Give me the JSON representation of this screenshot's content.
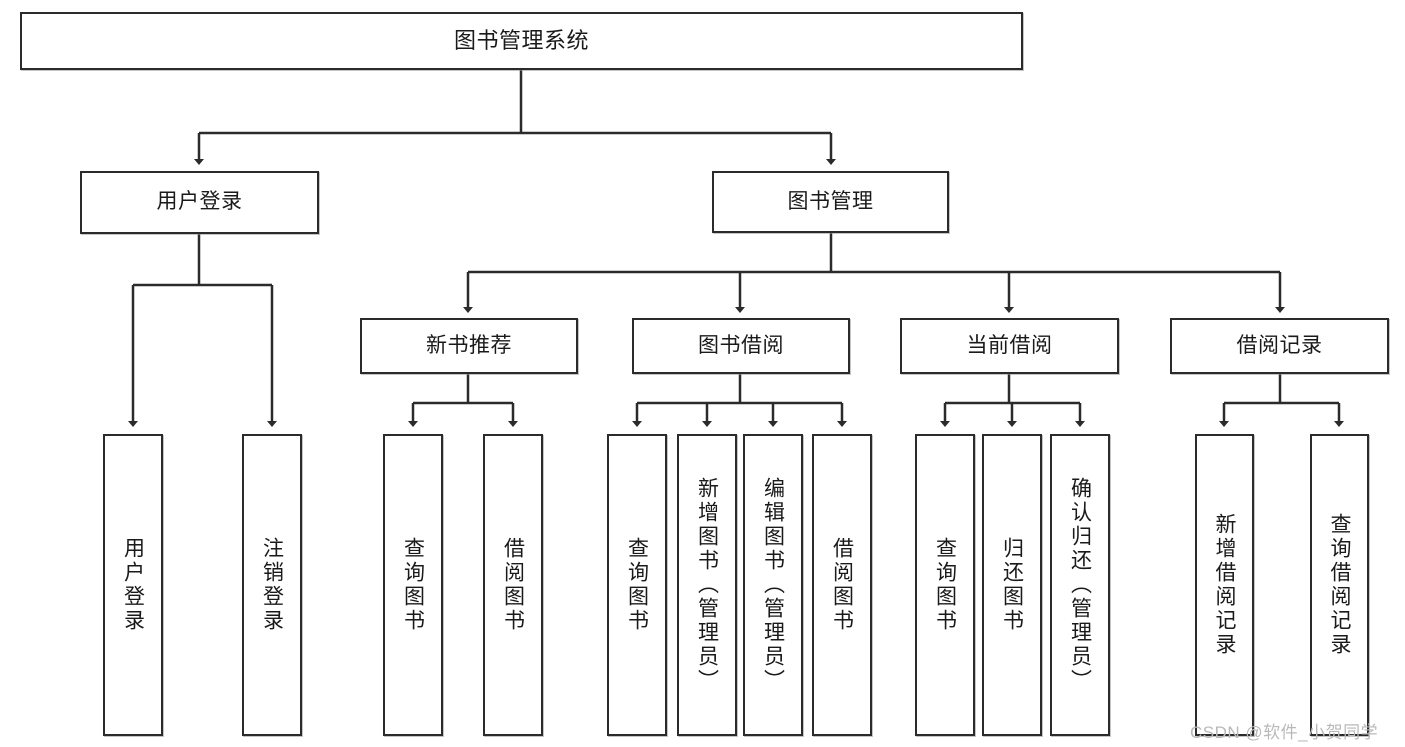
{
  "diagram": {
    "title_node": {
      "label": "图书管理系统"
    },
    "level1": [
      {
        "label": "用户登录"
      },
      {
        "label": "图书管理"
      }
    ],
    "level2": [
      {
        "label": "新书推荐"
      },
      {
        "label": "图书借阅"
      },
      {
        "label": "当前借阅"
      },
      {
        "label": "借阅记录"
      }
    ],
    "leaves": {
      "user_login": [
        {
          "label": "用户登录"
        },
        {
          "label": "注销登录"
        }
      ],
      "new_book_recommend": [
        {
          "label": "查询图书"
        },
        {
          "label": "借阅图书"
        }
      ],
      "book_borrow": [
        {
          "label": "查询图书"
        },
        {
          "label": "新增图书（管理员）"
        },
        {
          "label": "编辑图书（管理员）"
        },
        {
          "label": "借阅图书"
        }
      ],
      "current_borrow": [
        {
          "label": "查询图书"
        },
        {
          "label": "归还图书"
        },
        {
          "label": "确认归还（管理员）"
        }
      ],
      "borrow_records": [
        {
          "label": "新增借阅记录"
        },
        {
          "label": "查询借阅记录"
        }
      ]
    }
  },
  "watermark": {
    "text": "CSDN @软件_小贺同学"
  },
  "colors": {
    "stroke": "#2b2b2b",
    "fill": "#ffffff",
    "text": "#1a1a1a",
    "watermark": "#b9b9b9"
  }
}
